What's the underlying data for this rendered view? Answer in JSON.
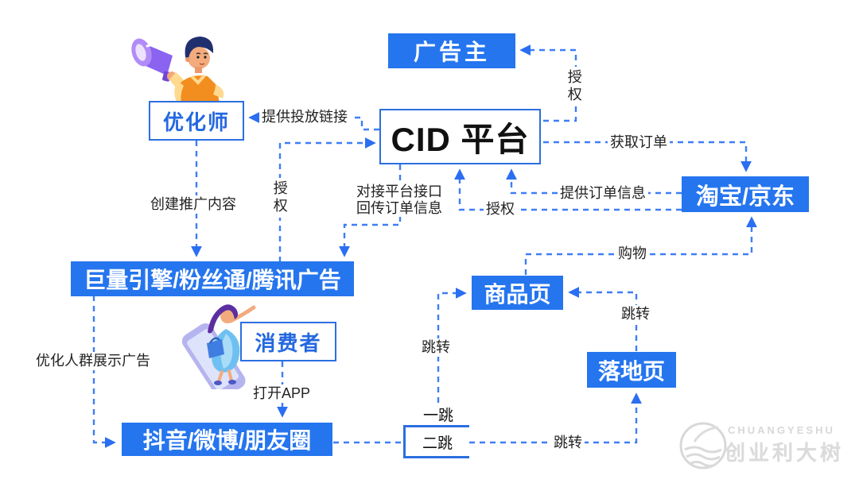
{
  "diagram": {
    "nodes": {
      "advertiser": "广告主",
      "cid_platform": "CID 平台",
      "optimizer": "优化师",
      "taobao_jd": "淘宝/京东",
      "ad_platforms": "巨量引擎/粉丝通/腾讯广告",
      "consumer": "消费者",
      "product_page": "商品页",
      "landing_page": "落地页",
      "media_apps": "抖音/微博/朋友圈",
      "first_jump": "一跳",
      "second_jump": "二跳"
    },
    "edge_labels": {
      "authorize_advertiser": "授权",
      "provide_link": "提供投放链接",
      "get_order": "获取订单",
      "provide_order_info": "提供订单信息",
      "authorize_cid": "授权",
      "connect_api_line1": "对接平台接口",
      "connect_api_line2": "回传订单信息",
      "authorize_platform": "授权",
      "create_content": "创建推广内容",
      "shopping": "购物",
      "jump_to_product_from_landing": "跳转",
      "jump_to_product_first": "跳转",
      "jump_to_landing": "跳转",
      "optimize_audience": "优化人群展示广告",
      "open_app": "打开APP"
    },
    "illustrations": {
      "optimizer_person": "man-with-megaphone",
      "consumer_person": "woman-on-phone"
    },
    "watermark": {
      "latin": "CHUANGYESHU",
      "chinese": "创业利大树"
    },
    "colors": {
      "node_fill": "#2575ef",
      "node_border": "#2b6fe0",
      "line_blue": "#3d7ef5",
      "cid_text": "#111111",
      "label_text": "#222222"
    }
  }
}
